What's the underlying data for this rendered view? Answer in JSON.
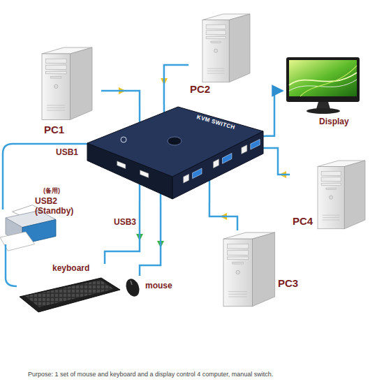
{
  "diagram": {
    "caption": "Purpose: 1 set of mouse and keyboard and a display control 4 computer, manual switch.",
    "nodes": [
      {
        "text": [
          "PC1"
        ]
      },
      {
        "text": [
          "PC2"
        ]
      },
      {
        "text": [
          "Display"
        ]
      },
      {
        "text": [
          "KVM SWITCH"
        ]
      },
      {
        "text": [
          "PC4"
        ]
      },
      {
        "text": [
          "PC3"
        ]
      },
      {
        "text": [
          "keyboard"
        ]
      },
      {
        "text": [
          "mouse"
        ]
      }
    ],
    "edges": [
      {
        "from": 0,
        "to": 3,
        "arrow": "none"
      },
      {
        "from": 1,
        "to": 3,
        "arrow": "none"
      },
      {
        "from": 3,
        "to": 2,
        "arrow": "to"
      },
      {
        "from": 4,
        "to": 3,
        "arrow": "none"
      },
      {
        "from": 5,
        "to": 3,
        "arrow": "none"
      },
      {
        "from": 3,
        "to": 6,
        "arrow": "none"
      },
      {
        "from": 3,
        "to": 7,
        "arrow": "none"
      }
    ],
    "labels": [
      "USB1",
      "(备用)",
      "USB2 (Standby)",
      "USB3"
    ]
  }
}
